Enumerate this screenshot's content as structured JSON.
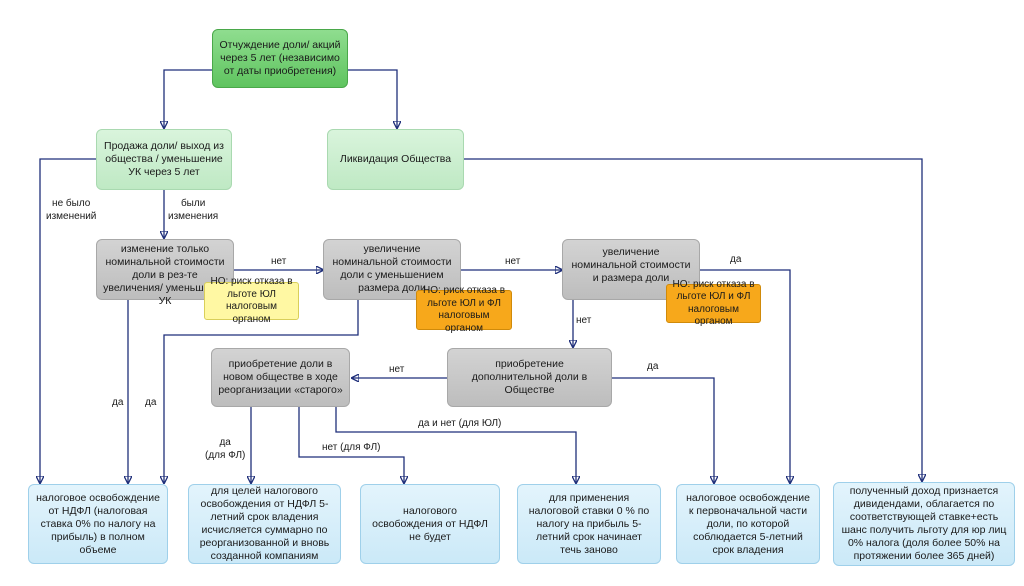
{
  "nodes": {
    "root": "Отчуждение доли/ акций через 5 лет (независимо от даты приобретения)",
    "sale": "Продажа доли/ выход из общества / уменьшение УК через 5 лет",
    "liquidation": "Ликвидация Общества",
    "nominal_only": "изменение только номинальной стоимости доли в рез-те увеличения/ уменьшения УК",
    "nominal_increase_decrease_size": "увеличение номинальной стоимости доли с уменьшением размера доли",
    "nominal_and_size_increase": "увеличение номинальной стоимости и размера доли",
    "reorg": "приобретение доли в новом обществе в ходе реорганизации «старого»",
    "additional": "приобретение дополнительной доли в Обществе"
  },
  "notes": {
    "yellow": "НО: риск отказа в льготе ЮЛ налоговым органом",
    "orange1": "НО: риск отказа в льготе ЮЛ и ФЛ налоговым органом",
    "orange2": "НО: риск отказа в льготе ЮЛ и ФЛ налоговым органом"
  },
  "outcomes": {
    "full_exemption": "налоговое освобождение от НДФЛ (налоговая ставка 0% по налогу на прибыль) в полном объеме",
    "summed_period": "для целей налогового освобождения от НДФЛ 5-летний срок владения исчисляется суммарно по реорганизованной и вновь созданной компаниям",
    "no_exemption": "налогового освобождения от НДФЛ не будет",
    "restart": "для применения налоговой ставки 0 % по налогу на прибыль 5-летний срок начинает течь заново",
    "partial": "налоговое освобождение к первоначальной части доли, по которой соблюдается 5-летний срок владения",
    "dividends": "полученный доход признается дивидендами, облагается по соответствующей ставке+есть шанс получить льготу для юр лиц 0% налога (доля более 50% на протяжении более 365 дней)"
  },
  "labels": {
    "no_changes": "не было\nизменений",
    "were_changes": "были\nизменения",
    "net1": "нет",
    "net2": "нет",
    "net3": "нет",
    "net4": "нет",
    "da1": "да",
    "da2": "да",
    "da3": "да",
    "da4": "да",
    "da_fl": "да\n(для ФЛ)",
    "net_fl": "нет (для ФЛ)",
    "da_net_ul": "да и нет (для ЮЛ)"
  }
}
